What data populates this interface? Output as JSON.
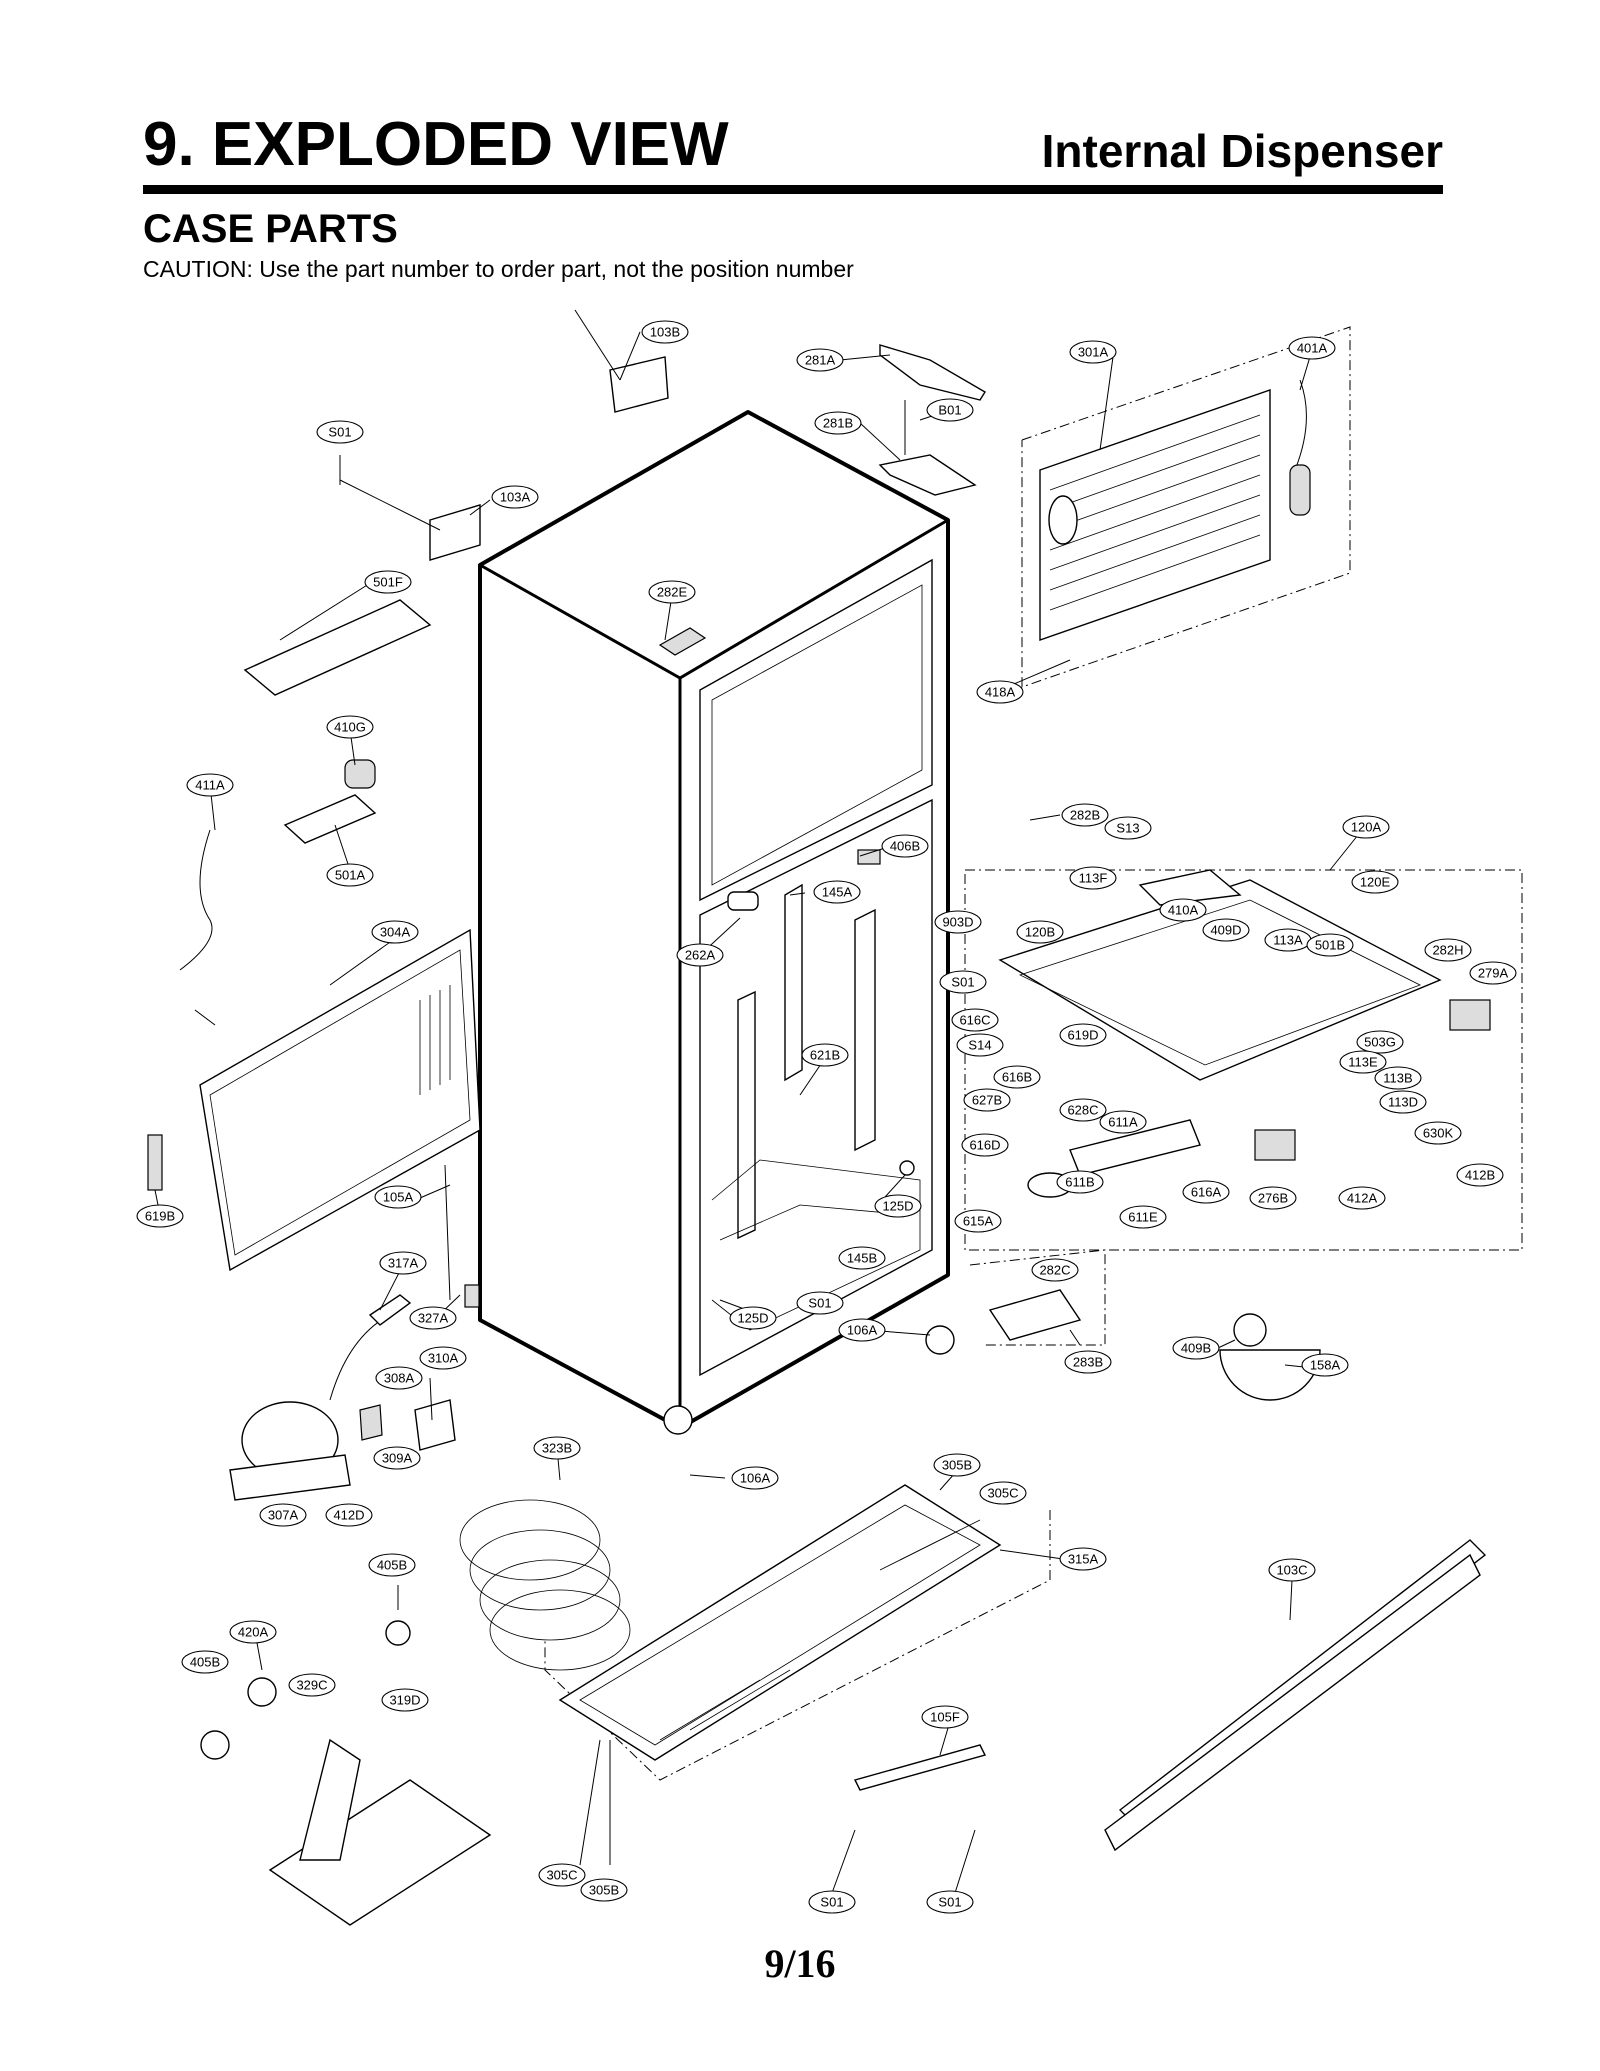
{
  "header": {
    "title": "9. EXPLODED VIEW",
    "subtitle": "Internal Dispenser",
    "section": "CASE PARTS",
    "caution": "CAUTION: Use the part number to order part, not the position number"
  },
  "callouts": [
    "103B",
    "281A",
    "B01",
    "281B",
    "301A",
    "401A",
    "S01",
    "103A",
    "501F",
    "282E",
    "418A",
    "410G",
    "411A",
    "282B",
    "S13",
    "501A",
    "406B",
    "120A",
    "304A",
    "145A",
    "113F",
    "120E",
    "410A",
    "409D",
    "903D",
    "120B",
    "113A",
    "501B",
    "282H",
    "279A",
    "262A",
    "S01",
    "616C",
    "619D",
    "503G",
    "621B",
    "S14",
    "113E",
    "616B",
    "113B",
    "627B",
    "628C",
    "113D",
    "611A",
    "630K",
    "616D",
    "412B",
    "611B",
    "105A",
    "616A",
    "276B",
    "412A",
    "619B",
    "125D",
    "615A",
    "611E",
    "145B",
    "317A",
    "282C",
    "S01",
    "327A",
    "125D",
    "106A",
    "283B",
    "409B",
    "158A",
    "310A",
    "308A",
    "309A",
    "307A",
    "412D",
    "323B",
    "106A",
    "305B",
    "305C",
    "315A",
    "405B",
    "103C",
    "420A",
    "405B",
    "329C",
    "319D",
    "105F",
    "305C",
    "305B",
    "S01",
    "S01"
  ],
  "footer": {
    "page": "9/16"
  }
}
